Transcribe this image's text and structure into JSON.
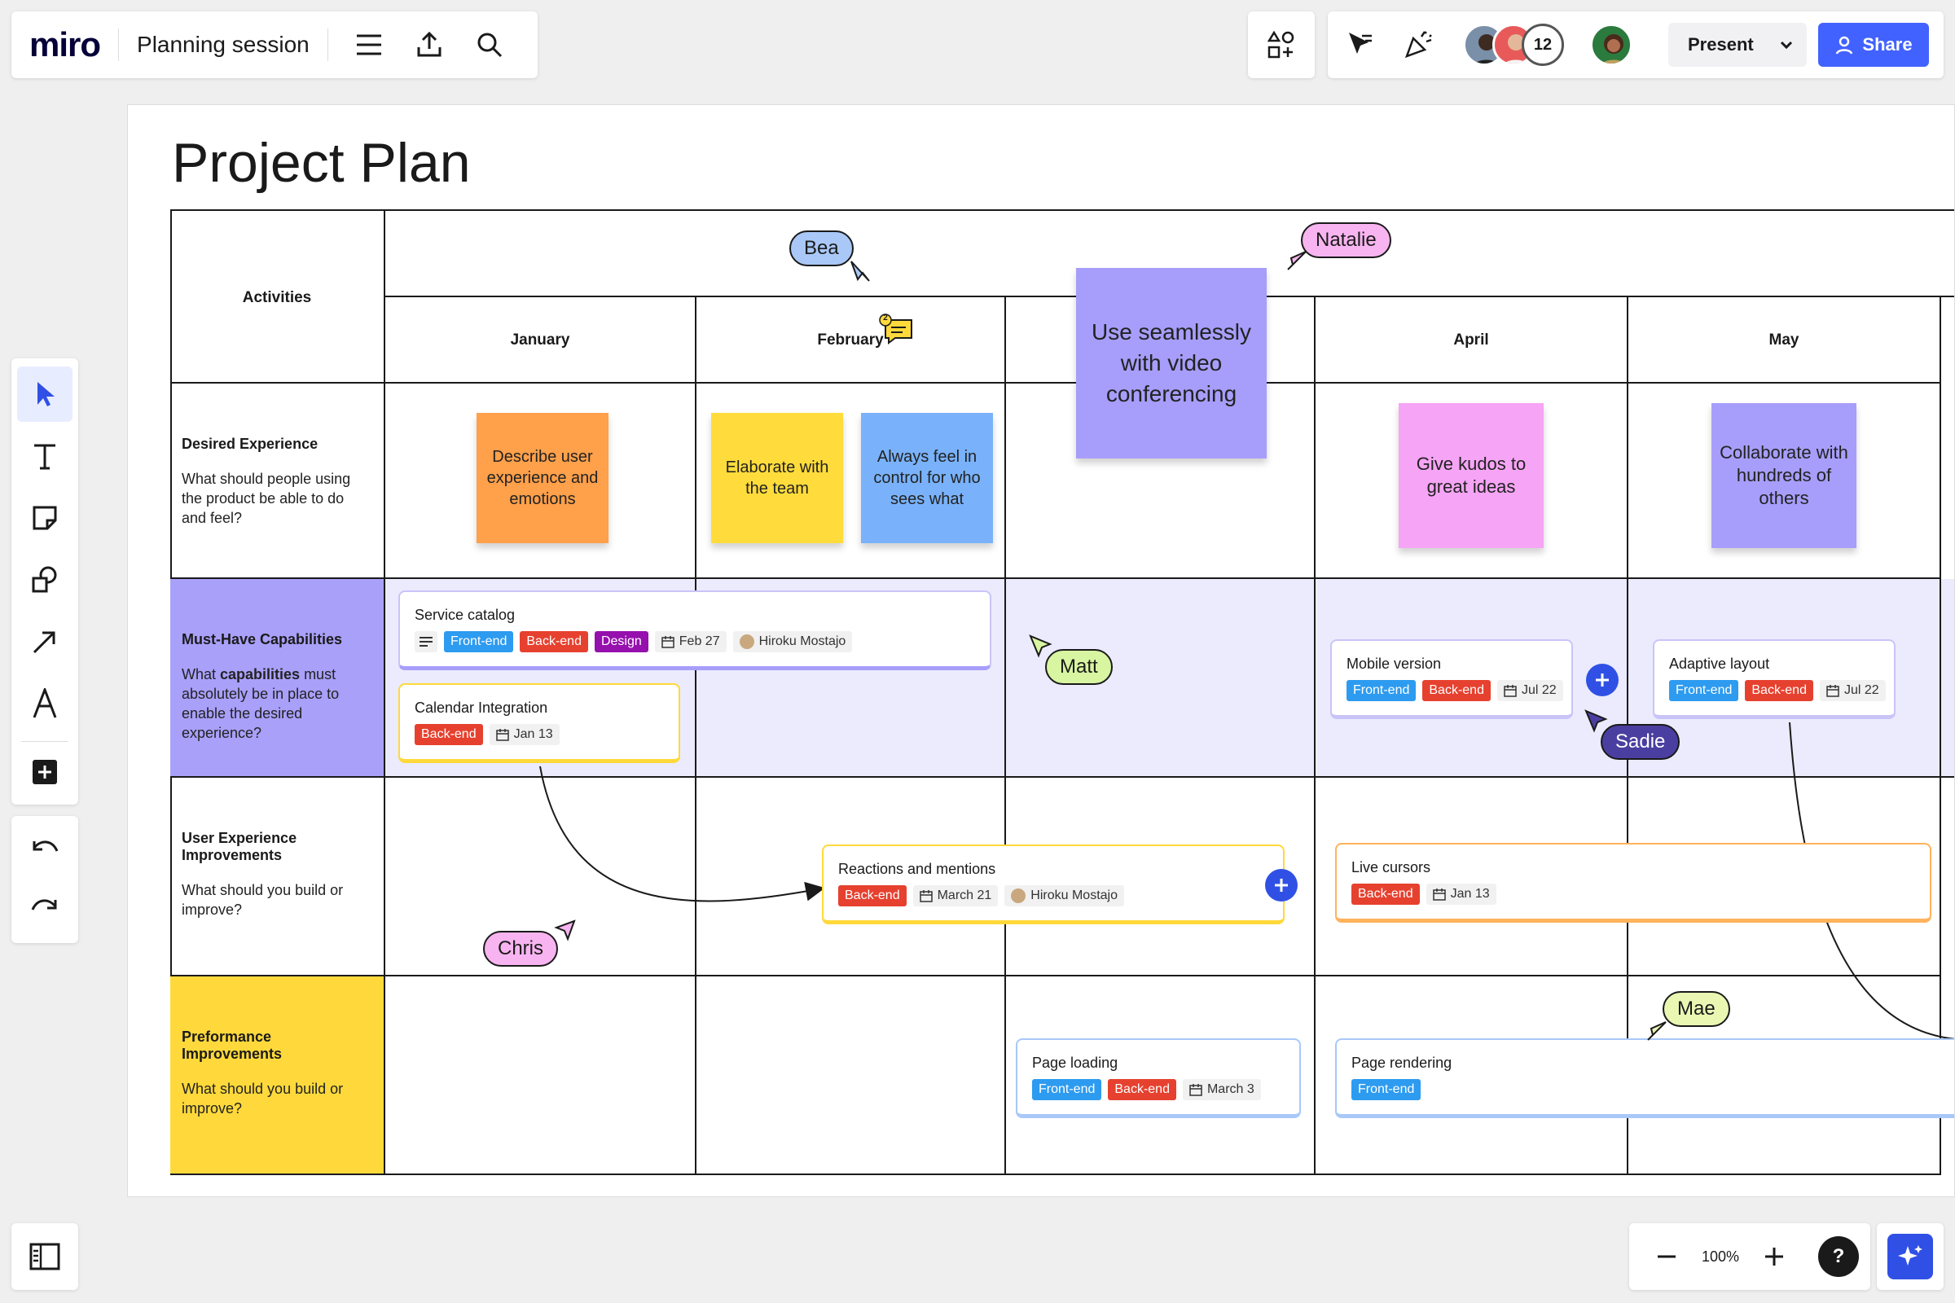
{
  "app": {
    "logo": "miro",
    "board_title": "Planning session"
  },
  "header": {
    "collaborator_count": "12",
    "present_label": "Present",
    "share_label": "Share"
  },
  "board": {
    "title": "Project Plan",
    "activities_header": "Activities",
    "months": [
      "January",
      "February",
      "",
      "April",
      "May"
    ],
    "rows": [
      {
        "title": "Desired Experience",
        "desc": "What should people using the product be able to do and feel?",
        "color": "#ffffff"
      },
      {
        "title": "Must-Have Capabilities",
        "desc_pre": "What ",
        "desc_bold": "capabilities",
        "desc_post": " must absolutely be in place to enable the desired experience?",
        "color": "#a9a0fa"
      },
      {
        "title": "User Experience Improvements",
        "desc": "What should you build or improve?",
        "color": "#ffffff"
      },
      {
        "title": "Preformance Improvements",
        "desc": "What should you build or improve?",
        "color": "#ffd93b"
      }
    ],
    "stickies": [
      {
        "text": "Describe user experience and emotions",
        "color": "#ffa04a"
      },
      {
        "text": "Elaborate with the team",
        "color": "#ffdc3b"
      },
      {
        "text": "Always feel in control for who sees what",
        "color": "#79b2fa"
      },
      {
        "text": "Use seamlessly with video conferencing",
        "color": "#a79efb"
      },
      {
        "text": "Give kudos to great ideas",
        "color": "#f6a4f5"
      },
      {
        "text": "Collaborate with hundreds of others",
        "color": "#a79efb"
      }
    ],
    "cards": {
      "service_catalog": {
        "title": "Service catalog",
        "tags": [
          "Front-end",
          "Back-end",
          "Design"
        ],
        "date": "Feb 27",
        "assignee": "Hiroku Mostajo"
      },
      "calendar": {
        "title": "Calendar Integration",
        "tags": [
          "Back-end"
        ],
        "date": "Jan 13"
      },
      "mobile": {
        "title": "Mobile version",
        "tags": [
          "Front-end",
          "Back-end"
        ],
        "date": "Jul 22"
      },
      "adaptive": {
        "title": "Adaptive layout",
        "tags": [
          "Front-end",
          "Back-end"
        ],
        "date": "Jul 22"
      },
      "reactions": {
        "title": "Reactions and mentions",
        "tags": [
          "Back-end"
        ],
        "date": "March 21",
        "assignee": "Hiroku Mostajo"
      },
      "live": {
        "title": "Live cursors",
        "tags": [
          "Back-end"
        ],
        "date": "Jan 13"
      },
      "page_loading": {
        "title": "Page loading",
        "tags": [
          "Front-end",
          "Back-end"
        ],
        "date": "March 3"
      },
      "page_rendering": {
        "title": "Page rendering",
        "tags": [
          "Front-end"
        ]
      }
    },
    "cursors": [
      {
        "name": "Bea",
        "color": "#a9c8f8"
      },
      {
        "name": "Natalie",
        "color": "#f8b4f0"
      },
      {
        "name": "Matt",
        "color": "#d8f5a2"
      },
      {
        "name": "Sadie",
        "color": "#4a3fa0"
      },
      {
        "name": "Chris",
        "color": "#f8b4f0"
      },
      {
        "name": "Mae",
        "color": "#e9f7b3"
      }
    ],
    "comment_count": "2"
  },
  "zoom": {
    "level": "100%",
    "help": "?"
  }
}
